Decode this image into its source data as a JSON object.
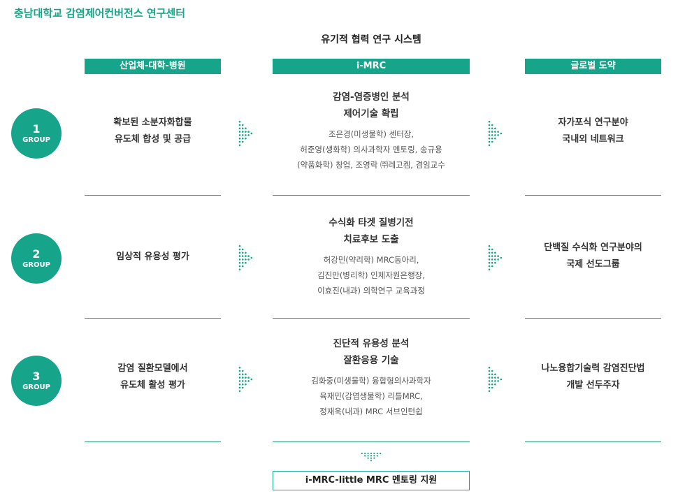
{
  "site_title": "충남대학교 감염제어컨버전스 연구센터",
  "system_title": "유기적 협력 연구 시스템",
  "columns": {
    "left": "산업체-대학-병원",
    "middle": "i-MRC",
    "right": "글로벌 도약"
  },
  "groups": [
    {
      "number": "1",
      "label": "GROUP",
      "left": [
        "확보된 소분자화합물",
        "유도체 합성 및 공급"
      ],
      "middle_title": [
        "감염-염증병인 분석",
        "제어기술 확립"
      ],
      "middle_desc": [
        "조은경(미생물학) 센터장,",
        "허준영(생화학) 의사과학자 멘토링, 송규용",
        "(약품화학) 창업, 조영락 ㈜레고켐, 겸임교수"
      ],
      "right": [
        "자가포식 연구분야",
        "국내외 네트워크"
      ]
    },
    {
      "number": "2",
      "label": "GROUP",
      "left": [
        "임상적 유용성 평가"
      ],
      "middle_title": [
        "수식화 타겟 질병기전",
        "치료후보 도출"
      ],
      "middle_desc": [
        "허강민(약리학) MRC동아리,",
        "김진만(병리학) 인체자원은행장,",
        "이효진(내과) 의학연구 교육과정"
      ],
      "right": [
        "단백질 수식화 연구분야의",
        "국제 선도그룹"
      ]
    },
    {
      "number": "3",
      "label": "GROUP",
      "left": [
        "감염 질환모델에서",
        "유도체 활성 평가"
      ],
      "middle_title": [
        "진단적 유용성 분석",
        "잘환응용 기술"
      ],
      "middle_desc": [
        "김화중(미생물학) 융합형의사과학자",
        "육재민(감염생물학) 리틀MRC,",
        "정재욱(내과) MRC 서브인턴쉽"
      ],
      "right": [
        "나노융합기술력 감염진단법",
        "개발 선두주자"
      ]
    }
  ],
  "bottom_box": "i-MRC-little MRC 멘토링 지원",
  "colors": {
    "accent": "#16a58a",
    "divider": "#1f8f78"
  },
  "icons": {
    "arrow": "dotted-arrow-right-icon",
    "arrow_down": "dotted-arrow-down-icon"
  }
}
